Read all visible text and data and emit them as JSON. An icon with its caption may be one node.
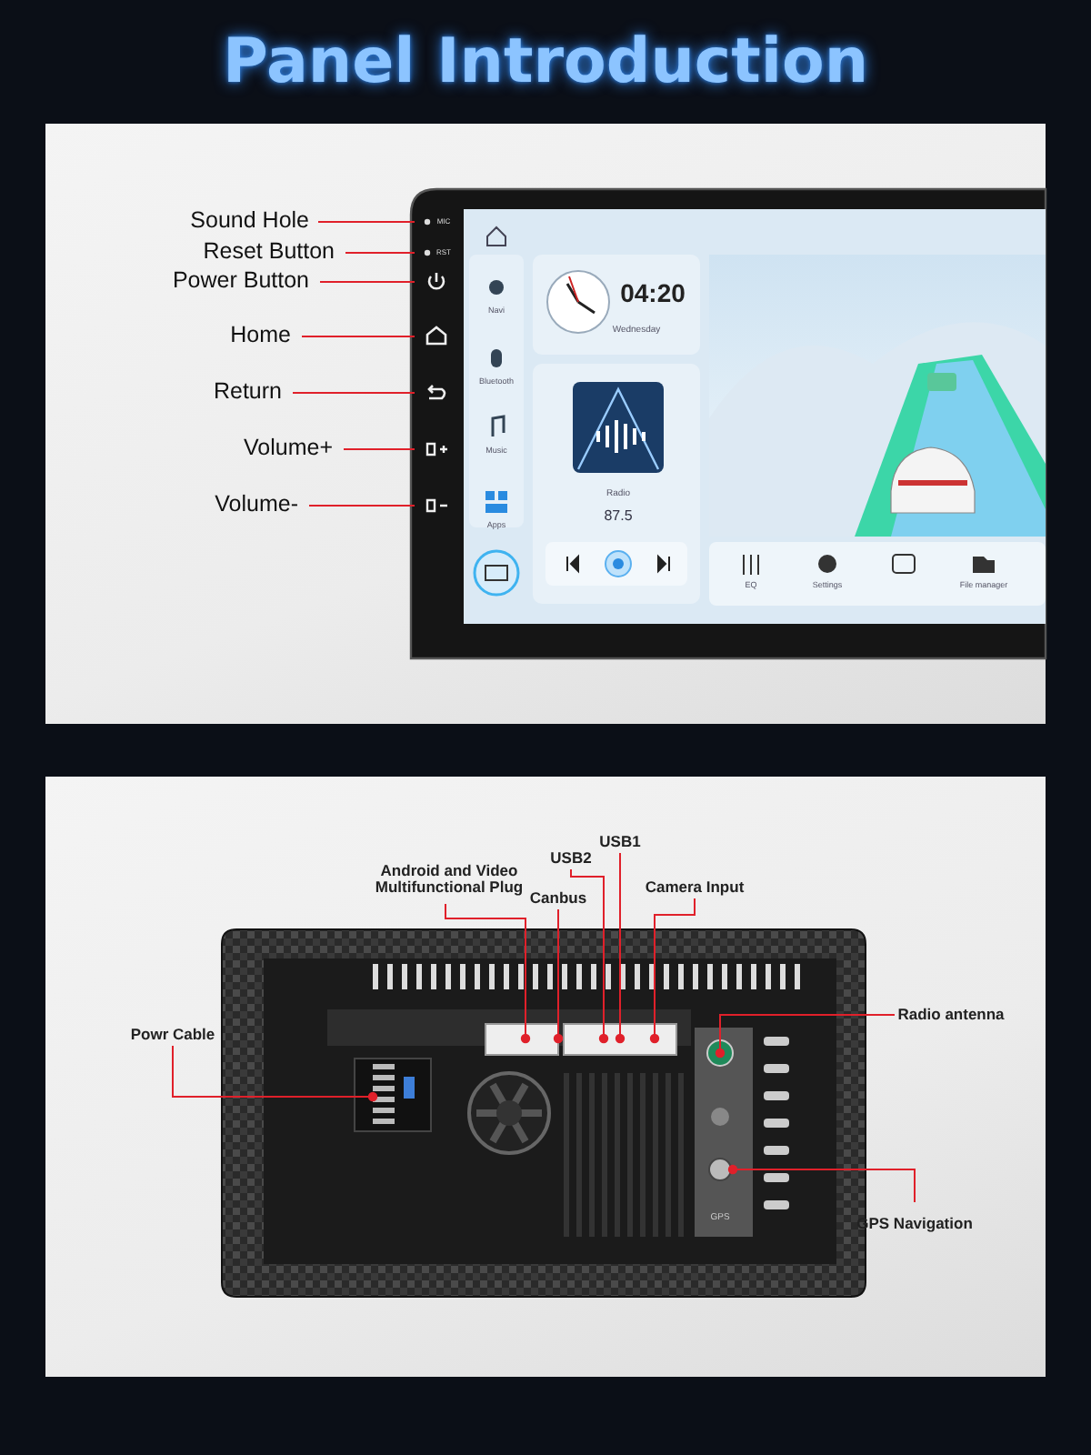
{
  "diagram": {
    "title": "Panel Introduction",
    "nodes": [
      {
        "text": [
          "Sound Hole"
        ]
      },
      {
        "text": [
          "Reset Button"
        ]
      },
      {
        "text": [
          "Power Button"
        ]
      },
      {
        "text": [
          "Home"
        ]
      },
      {
        "text": [
          "Return"
        ]
      },
      {
        "text": [
          "Volume+"
        ]
      },
      {
        "text": [
          "Volume-"
        ]
      },
      {
        "text": [
          "USB1"
        ]
      },
      {
        "text": [
          "USB2"
        ]
      },
      {
        "text": [
          "Android and Video Multifunctional Plug"
        ]
      },
      {
        "text": [
          "Camera Input"
        ]
      },
      {
        "text": [
          "Canbus"
        ]
      },
      {
        "text": [
          "Radio antenna"
        ]
      },
      {
        "text": [
          "Powr Cable"
        ]
      },
      {
        "text": [
          "GPS Navigation"
        ]
      }
    ],
    "edges": [
      {
        "from": 0,
        "to": null,
        "arrow": "none"
      },
      {
        "from": 1,
        "to": null,
        "arrow": "none"
      },
      {
        "from": 2,
        "to": null,
        "arrow": "none"
      },
      {
        "from": 3,
        "to": null,
        "arrow": "none"
      },
      {
        "from": 4,
        "to": null,
        "arrow": "none"
      },
      {
        "from": 5,
        "to": null,
        "arrow": "none"
      },
      {
        "from": 6,
        "to": null,
        "arrow": "none"
      },
      {
        "from": 7,
        "to": null,
        "arrow": "other"
      },
      {
        "from": 8,
        "to": null,
        "arrow": "other"
      },
      {
        "from": 9,
        "to": null,
        "arrow": "other"
      },
      {
        "from": 10,
        "to": null,
        "arrow": "other"
      },
      {
        "from": 11,
        "to": null,
        "arrow": "other"
      },
      {
        "from": 12,
        "to": null,
        "arrow": "other"
      },
      {
        "from": 13,
        "to": null,
        "arrow": "other"
      },
      {
        "from": 14,
        "to": null,
        "arrow": "other"
      }
    ],
    "labels": [
      "MIC",
      "RST",
      "04:20",
      "Wednesday",
      "Navi",
      "Bluetooth",
      "Music",
      "Apps",
      "Radio",
      "87.5",
      "EQ",
      "Settings",
      "File manager",
      "GPS"
    ]
  }
}
